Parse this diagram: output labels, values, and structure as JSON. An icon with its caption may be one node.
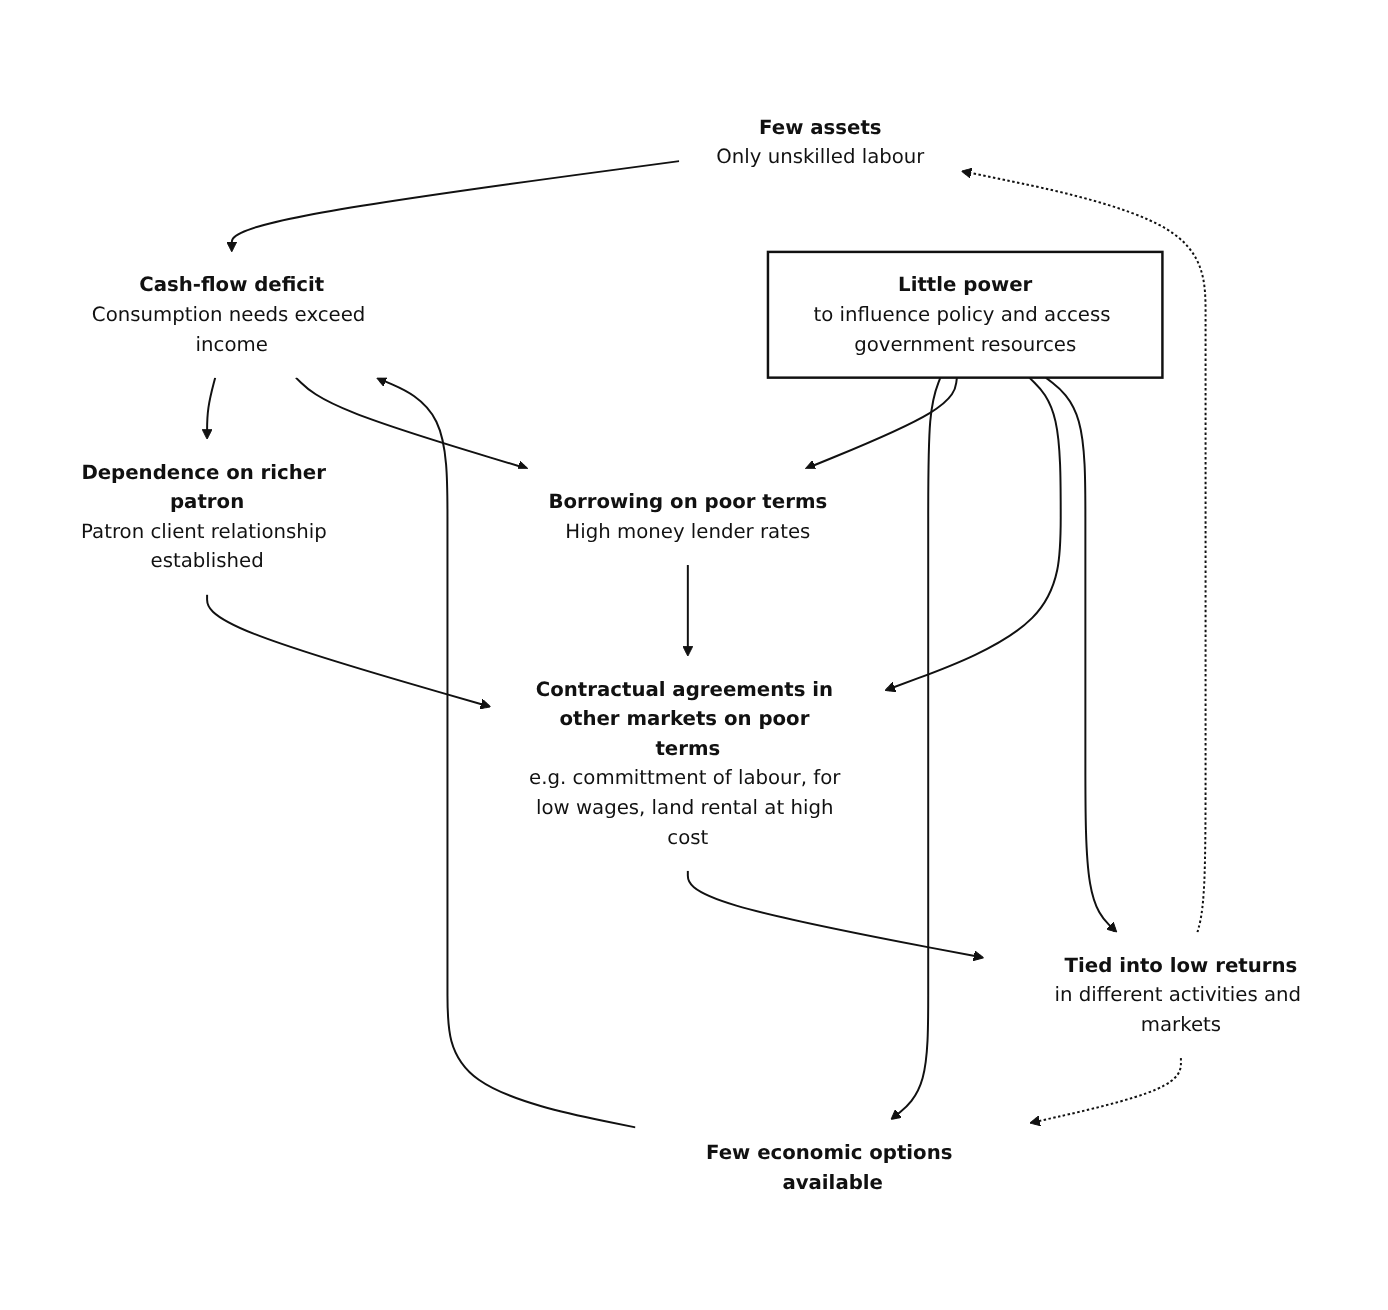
{
  "diagram": {
    "nodes": [
      {
        "text": [
          "Few assets",
          "Only unskilled labour"
        ]
      },
      {
        "text": [
          "Few economic options available"
        ]
      },
      {
        "text": [
          "Cash-flow deficit",
          "Consumption needs exceed income"
        ]
      },
      {
        "text": [
          "Dependence on richer patron",
          "Patron client relationship established"
        ]
      },
      {
        "text": [
          "Borrowing on poor terms",
          "High money lender rates"
        ]
      },
      {
        "text": [
          "Contractual agreements in other markets on poor terms",
          "e.g. committment of labour, for low wages, land rental at high cost"
        ]
      },
      {
        "text": [
          "Tied into low returns",
          "in different activities and markets"
        ]
      },
      {
        "text": [
          "Little power",
          "to influence policy and access government resources"
        ]
      }
    ],
    "edges": [
      {
        "from": 6,
        "to": 0,
        "arrow": "to",
        "style": "dashed"
      },
      {
        "from": 6,
        "to": 1,
        "arrow": "to",
        "style": "dashed"
      },
      {
        "from": 0,
        "to": 2,
        "arrow": "to"
      },
      {
        "from": 1,
        "to": 2,
        "arrow": "to"
      },
      {
        "from": 2,
        "to": 3,
        "arrow": "to"
      },
      {
        "from": 2,
        "to": 4,
        "arrow": "to"
      },
      {
        "from": 3,
        "to": 5,
        "arrow": "to"
      },
      {
        "from": 4,
        "to": 5,
        "arrow": "to"
      },
      {
        "from": 5,
        "to": 6,
        "arrow": "to"
      },
      {
        "from": 7,
        "to": 1,
        "arrow": "to"
      },
      {
        "from": 7,
        "to": 4,
        "arrow": "to"
      },
      {
        "from": 7,
        "to": 5,
        "arrow": "to"
      },
      {
        "from": 7,
        "to": 6,
        "arrow": "to"
      }
    ]
  }
}
